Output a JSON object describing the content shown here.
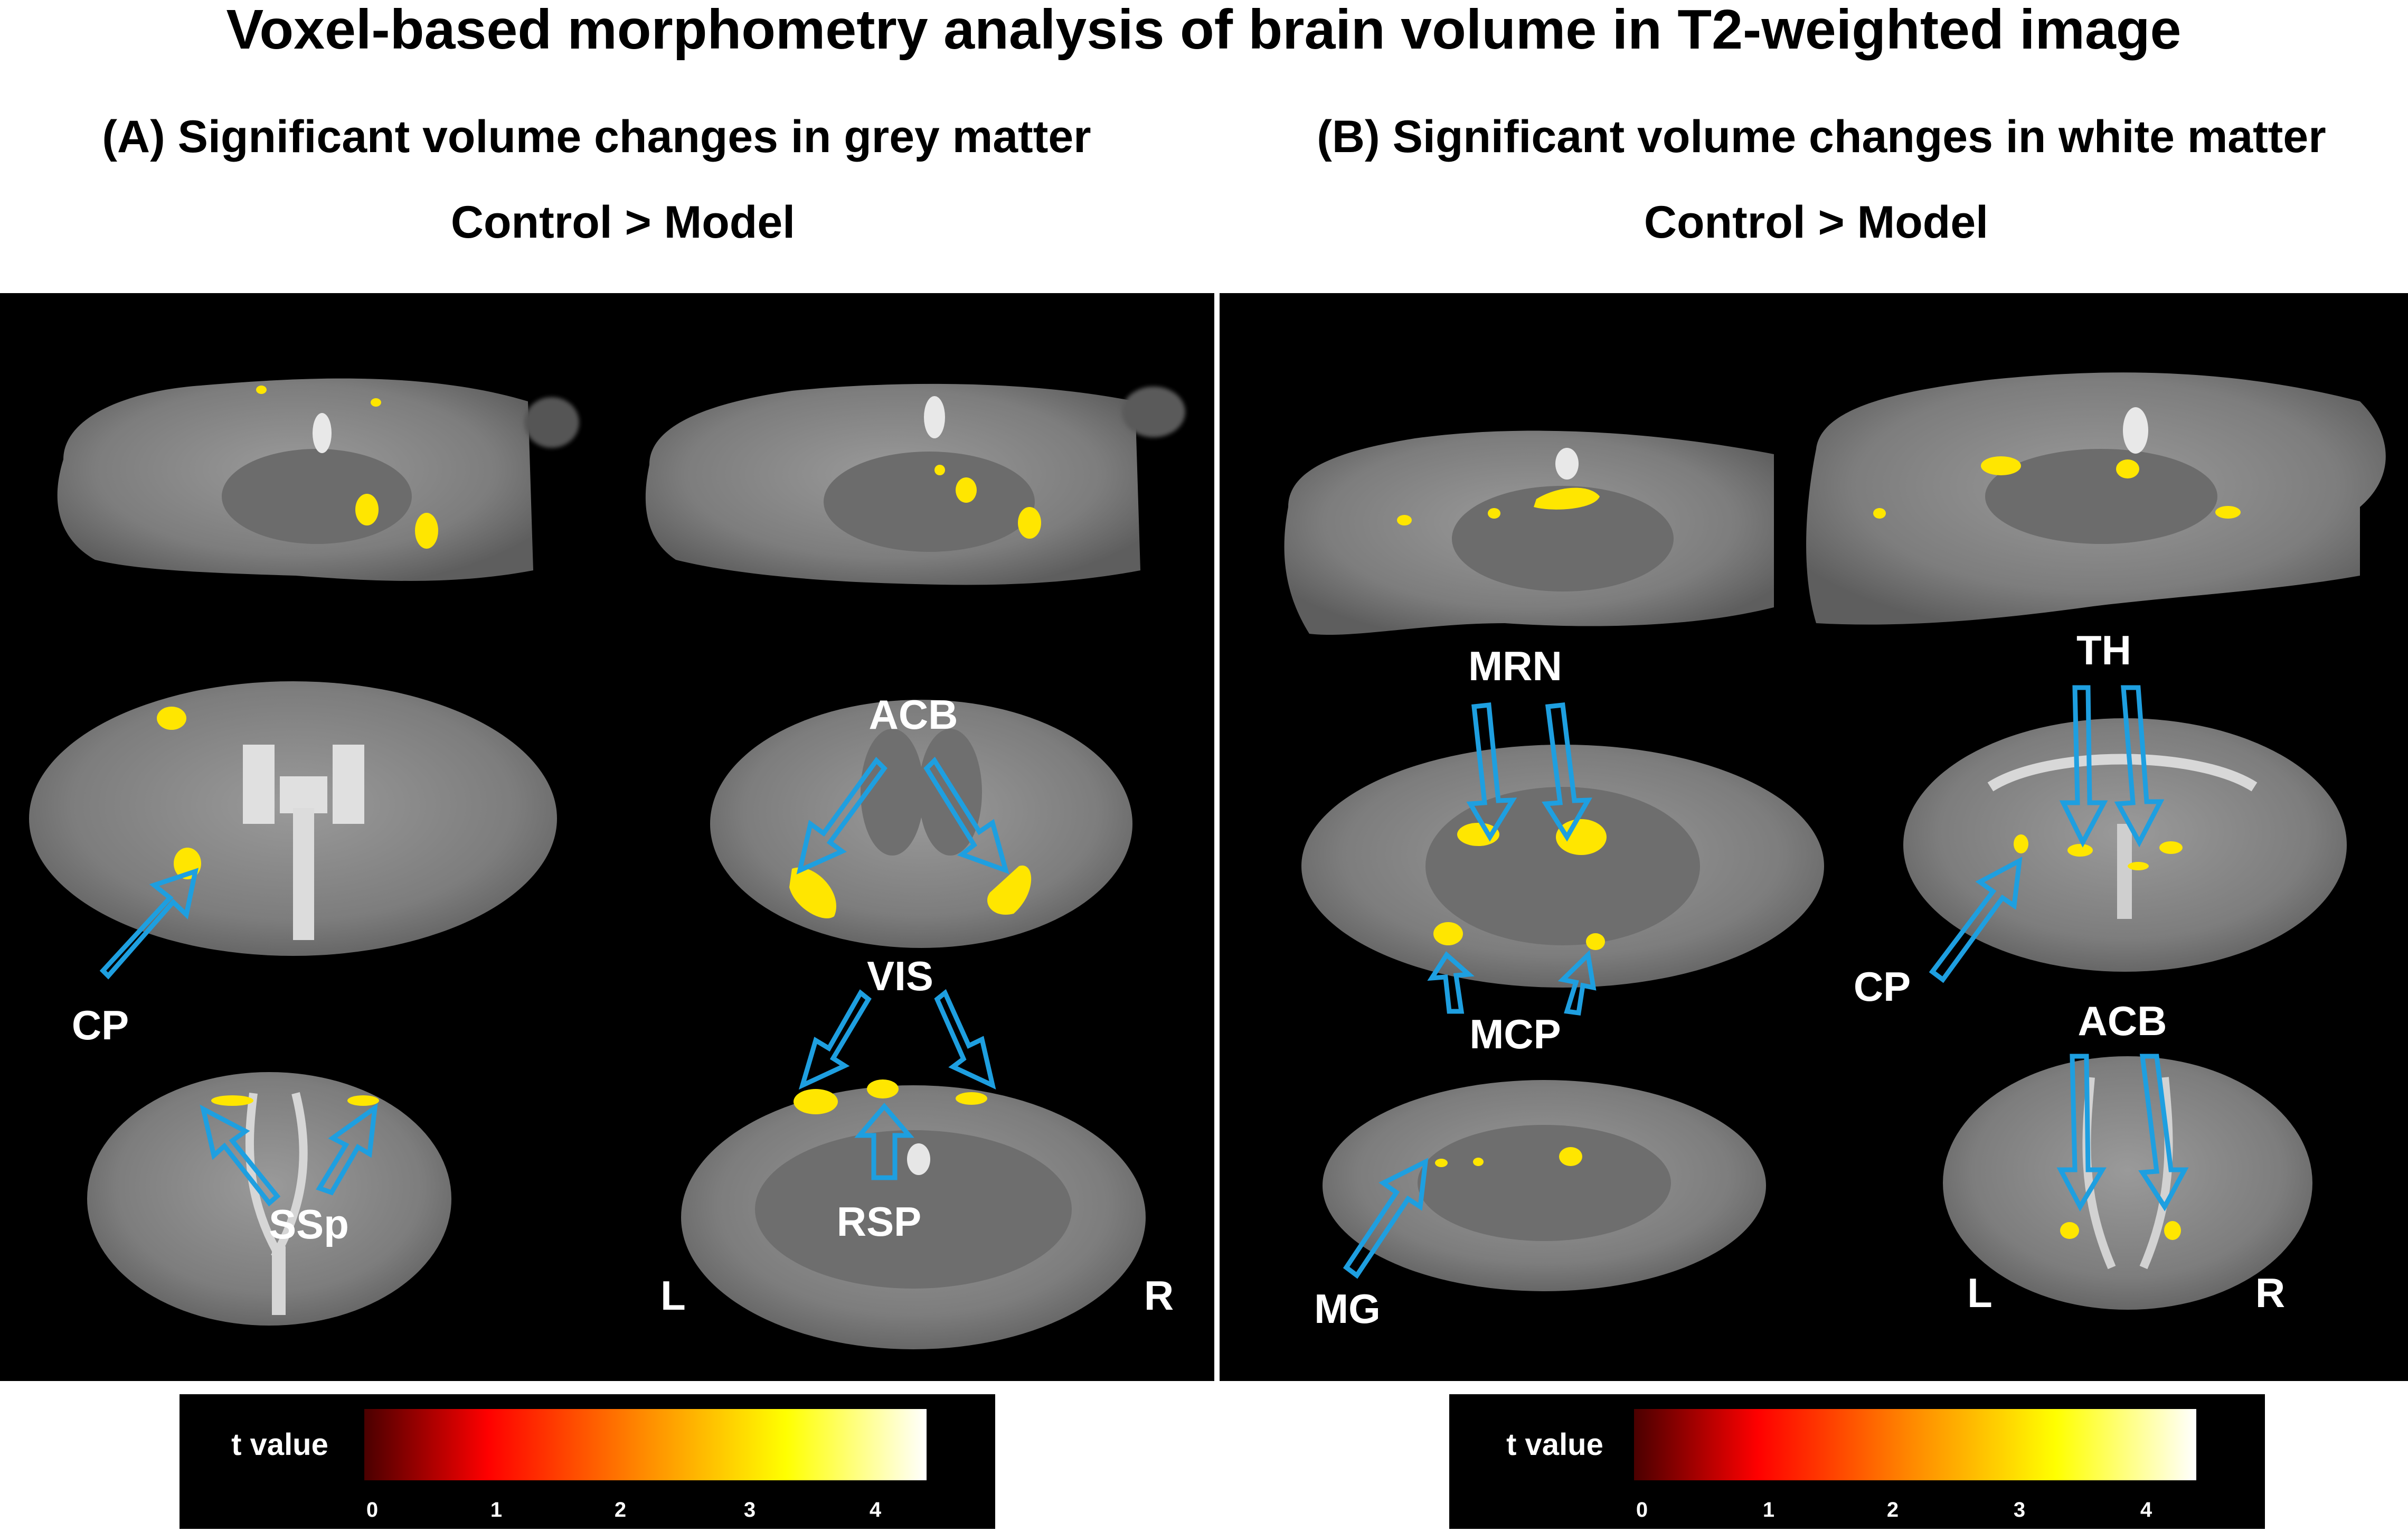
{
  "title": "Voxel-based morphometry analysis of brain volume in T2-weighted  image",
  "panels": [
    {
      "heading": "(A) Significant volume changes in grey matter",
      "contrast": "Control > Model",
      "labels": [
        "CP",
        "ACB",
        "VIS",
        "SSp",
        "RSP",
        "L",
        "R"
      ],
      "colorbar": {
        "label": "t value",
        "ticks": [
          "0",
          "1",
          "2",
          "3",
          "4"
        ]
      }
    },
    {
      "heading": "(B) Significant volume changes in white matter",
      "contrast": "Control > Model",
      "labels": [
        "MRN",
        "TH",
        "MCP",
        "CP",
        "ACB",
        "MG",
        "L",
        "R"
      ],
      "colorbar": {
        "label": "t value",
        "ticks": [
          "0",
          "1",
          "2",
          "3",
          "4"
        ]
      }
    }
  ],
  "colors": {
    "background": "#000000",
    "brain": "#8a8a8a",
    "cluster": "#ffe600",
    "arrow": "#1e9fe0",
    "label_text": "#ffffff",
    "colorbar_stops": [
      "#5a0000",
      "#ff0000",
      "#ff8c00",
      "#ffff00",
      "#ffffff"
    ]
  },
  "icons": [
    "arrow-icon"
  ]
}
